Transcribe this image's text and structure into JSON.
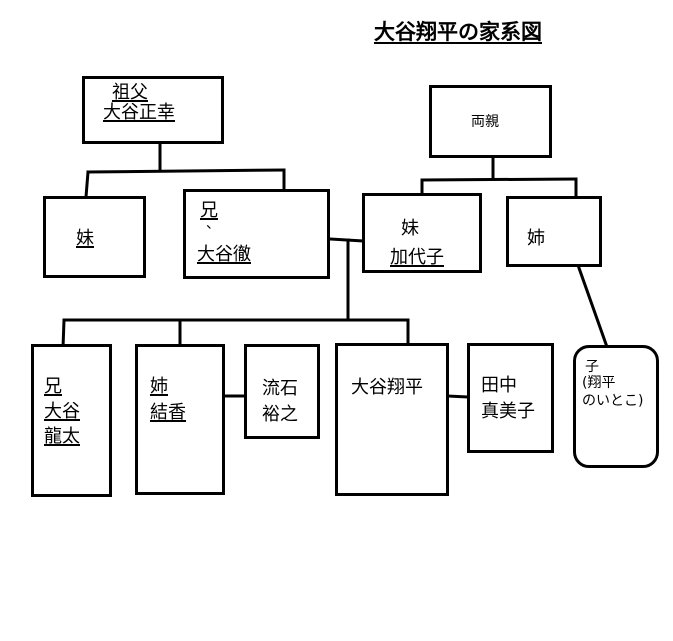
{
  "title": "大谷翔平の家系図",
  "people": {
    "grandfather": {
      "relation": "祖父",
      "name": "大谷正幸"
    },
    "parents": {
      "label": "両親"
    },
    "aunt_younger": {
      "relation": "妹"
    },
    "father": {
      "relation": "兄",
      "mark": "、",
      "name": "大谷徹"
    },
    "mother": {
      "relation": "妹",
      "name": "加代子"
    },
    "aunt_elder": {
      "relation": "姉"
    },
    "brother": {
      "relation": "兄",
      "name_line1": "大谷",
      "name_line2": "龍太"
    },
    "sister": {
      "relation": "姉",
      "name": "結香"
    },
    "sister_spouse": {
      "line1": "流石",
      "line2": "裕之"
    },
    "shohei": {
      "name": "大谷翔平"
    },
    "wife": {
      "line1": "田中",
      "line2": "真美子"
    },
    "cousin": {
      "line1": "子",
      "line2": "(翔平",
      "line3": "のいとこ)"
    }
  }
}
